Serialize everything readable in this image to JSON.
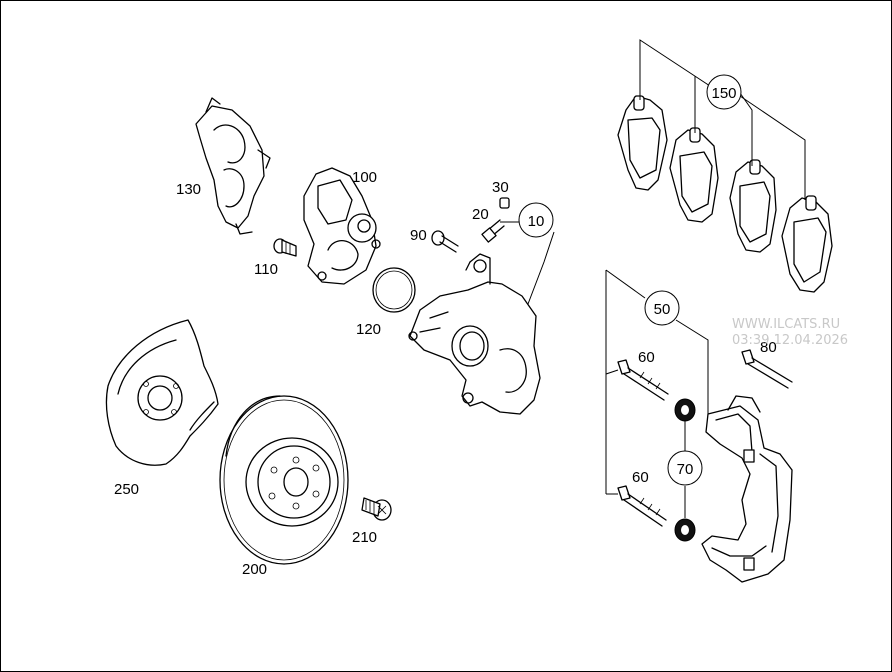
{
  "watermark": {
    "site": "WWW.ILCATS.RU",
    "timestamp": "03:39 12.04.2026"
  },
  "labels": {
    "p10": "10",
    "p20": "20",
    "p30": "30",
    "p50": "50",
    "p60a": "60",
    "p60b": "60",
    "p70": "70",
    "p80": "80",
    "p90": "90",
    "p100": "100",
    "p110": "110",
    "p120": "120",
    "p130": "130",
    "p150": "150",
    "p200": "200",
    "p210": "210",
    "p250": "250"
  }
}
